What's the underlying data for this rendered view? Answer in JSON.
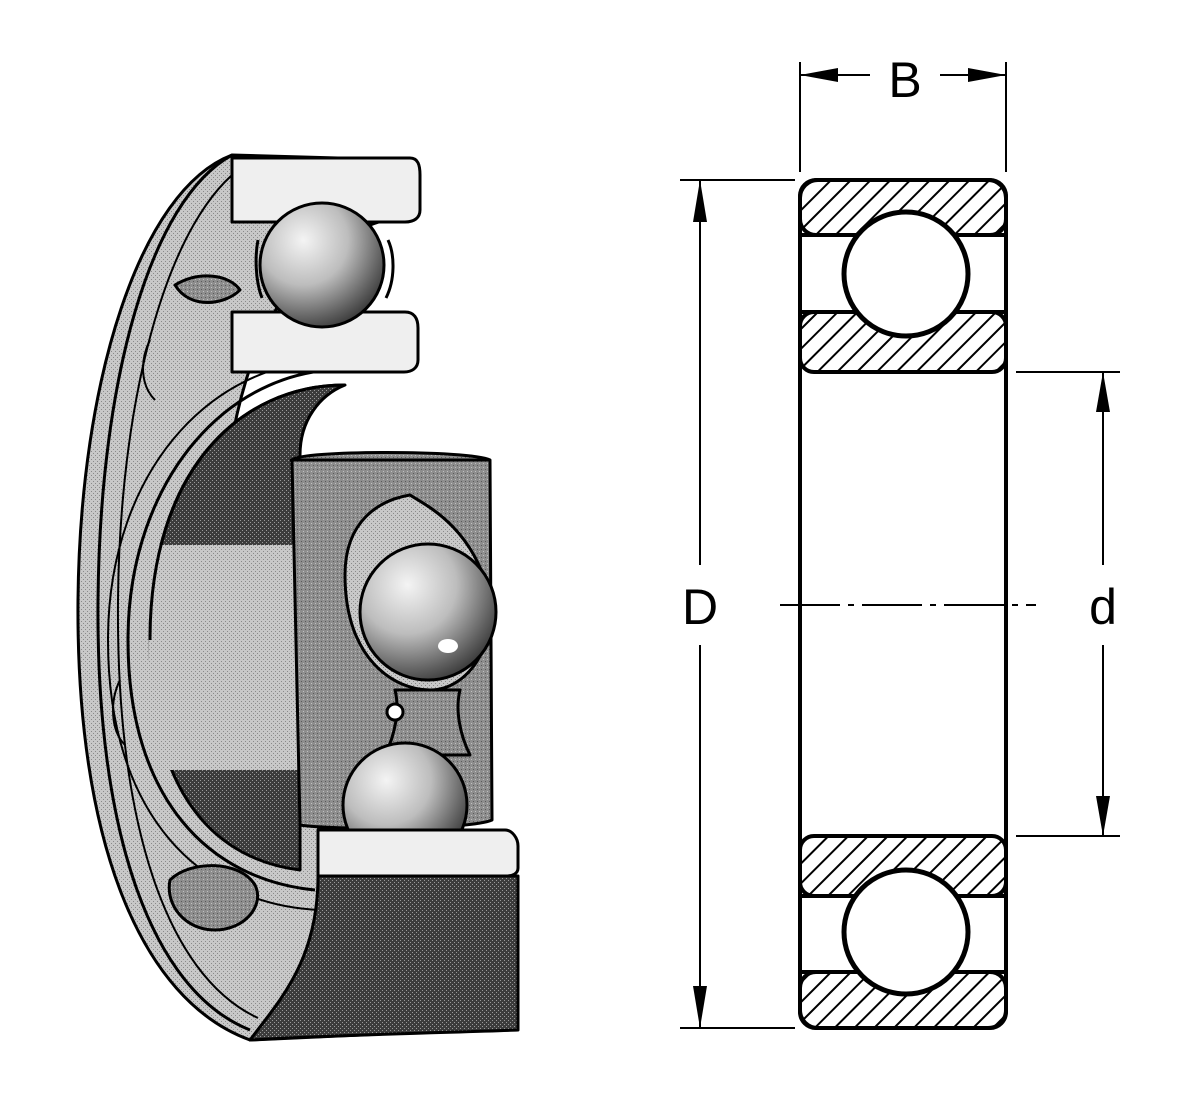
{
  "labels": {
    "width": "B",
    "outer_diameter": "D",
    "bore_diameter": "d"
  },
  "colors": {
    "ink": "#000000",
    "paper": "#ffffff",
    "metal_light": "#dcdcdc",
    "metal_mid": "#9a9a9a",
    "metal_dark": "#3a3a3a"
  }
}
